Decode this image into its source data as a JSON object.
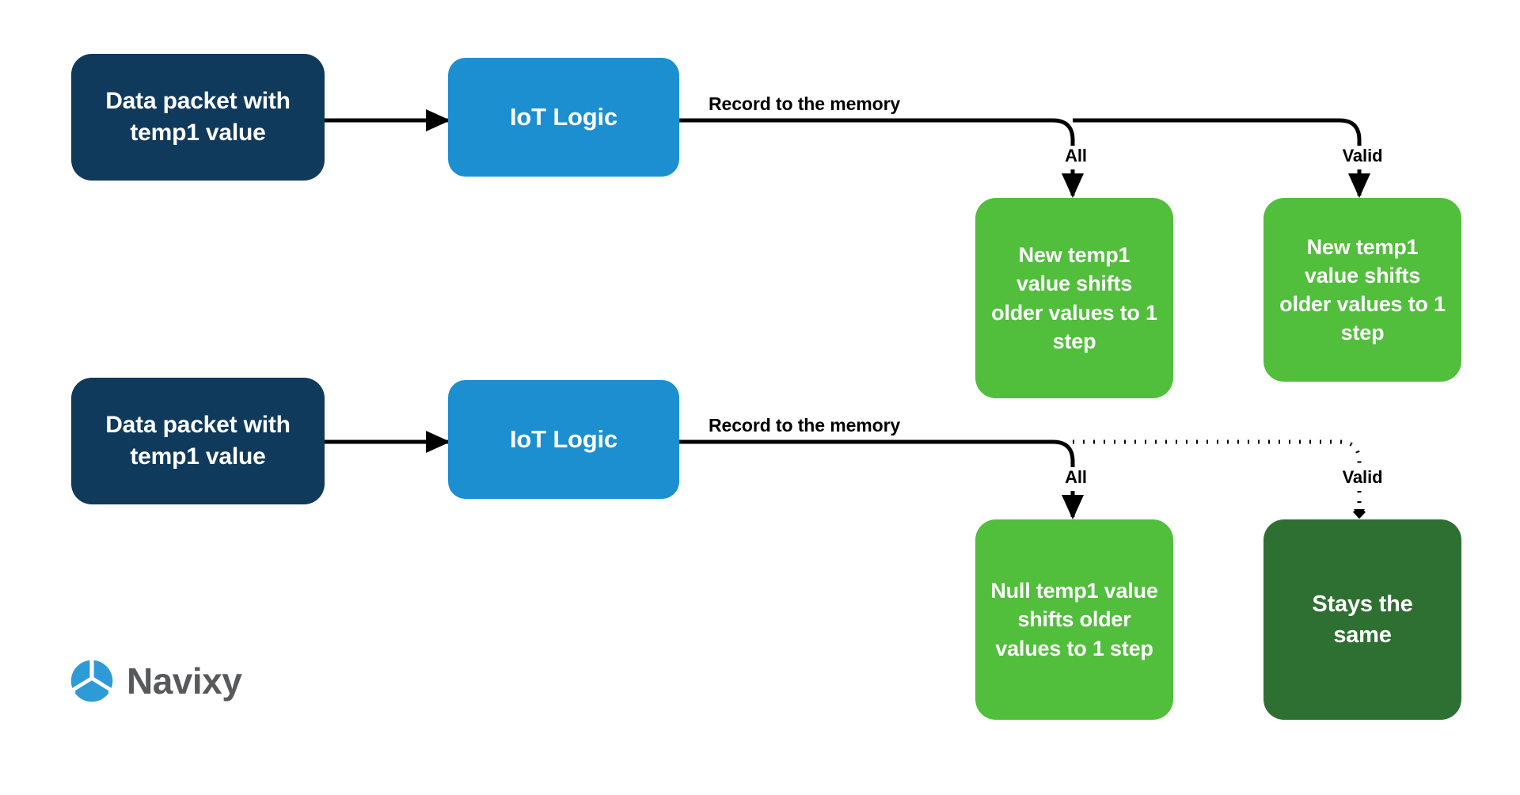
{
  "diagram": {
    "title": "IoT Logic temp1 memory-shift flow",
    "colors": {
      "navy": "#103A5C",
      "blue": "#1B8FD0",
      "green": "#51BE3C",
      "dark_green": "#2E7031",
      "line": "#000000",
      "background": "#FFFFFF",
      "logo_blue": "#2E9BD6",
      "logo_gray": "#58595B"
    },
    "rows": [
      {
        "id": "row-valid-packet",
        "source_label": "Data packet with temp1 value",
        "process_label": "IoT Logic",
        "edge_label": "Record to the memory",
        "edge_style": "solid",
        "branches": [
          {
            "id": "all",
            "label": "All",
            "style": "solid",
            "result_label": "New temp1 value shifts older values to 1 step",
            "result_color": "green"
          },
          {
            "id": "valid",
            "label": "Valid",
            "style": "solid",
            "result_label": "New temp1 value shifts older values to 1 step",
            "result_color": "green"
          }
        ]
      },
      {
        "id": "row-null-packet",
        "source_label": "Data packet with temp1 value",
        "process_label": "IoT Logic",
        "edge_label": "Record to the memory",
        "edge_style": "solid-then-dotted",
        "branches": [
          {
            "id": "all",
            "label": "All",
            "style": "solid",
            "result_label": "Null temp1 value shifts older values to 1 step",
            "result_color": "green"
          },
          {
            "id": "valid",
            "label": "Valid",
            "style": "dotted",
            "result_label": "Stays the same",
            "result_color": "dark_green"
          }
        ]
      }
    ],
    "brand": {
      "name": "Navixy",
      "logo_icon": "navixy-logo-icon"
    }
  }
}
